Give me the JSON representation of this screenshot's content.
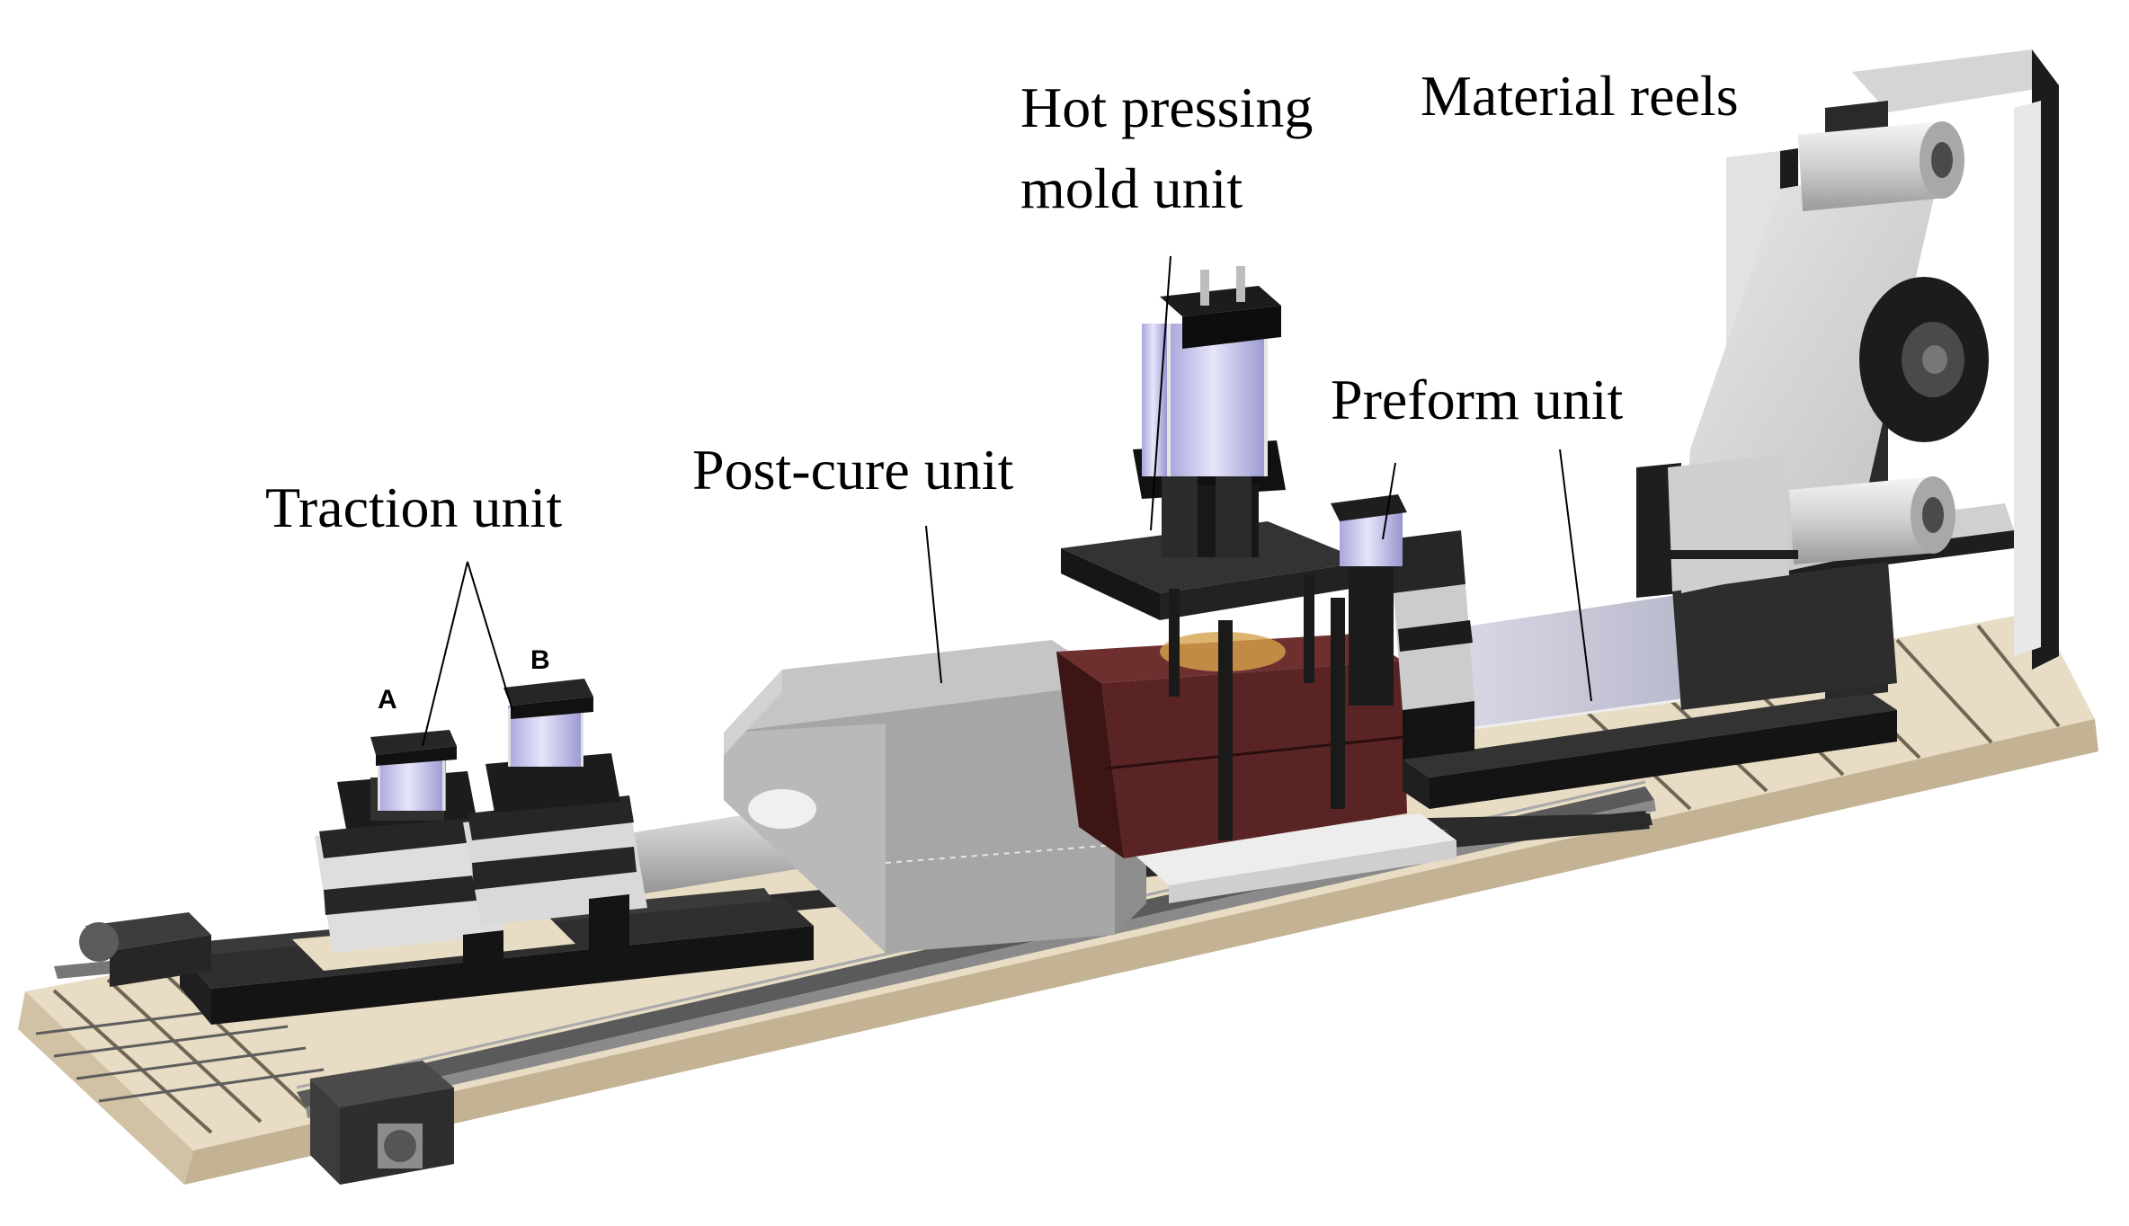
{
  "labels": {
    "traction": "Traction unit",
    "post_cure": "Post-cure unit",
    "hot_press_line1": "Hot pressing",
    "hot_press_line2": "mold unit",
    "preform": "Preform unit",
    "reels": "Material reels"
  },
  "markers": {
    "a": "A",
    "b": "B"
  },
  "colors": {
    "base_board": "#ece2cf",
    "base_board_dark": "#d8cbb3",
    "frame_black": "#1e1e1e",
    "frame_dark": "#2b2b2b",
    "cylinder_lavender": "#c7c5ee",
    "oven_gray": "#9c9c9c",
    "mold_brown": "#5a2424",
    "reel_silver": "#d4d4d4",
    "leader_line": "#000000"
  }
}
